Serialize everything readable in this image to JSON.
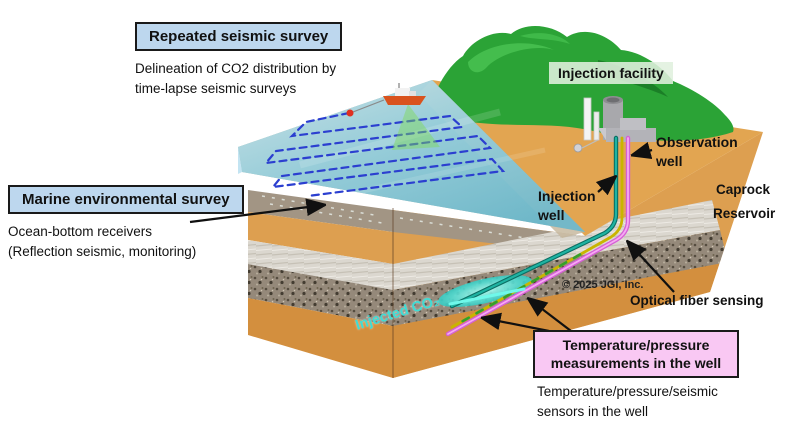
{
  "repeated_survey": {
    "title": "Repeated seismic survey",
    "desc1": "Delineation of CO2 distribution by",
    "desc2": "time-lapse seismic surveys"
  },
  "marine_survey": {
    "title": "Marine environmental survey",
    "desc1": "Ocean-bottom receivers",
    "desc2": "(Reflection seismic, monitoring)"
  },
  "labels": {
    "injection_facility": "Injection facility",
    "observation_well_line1": "Observation",
    "observation_well_line2": "well",
    "injection_well_line1": "Injection",
    "injection_well_line2": "well",
    "caprock": "Caprock",
    "reservoir": "Reservoir",
    "copyright": "© 2025 JGI, Inc.",
    "optical_fiber": "Optical fiber sensing",
    "injected_co2": "Injected CO₂"
  },
  "measurement": {
    "title1": "Temperature/pressure",
    "title2": "measurements in the well",
    "desc1": "Temperature/pressure/seismic",
    "desc2": "sensors in the well"
  },
  "colors": {
    "label_box_blue": "#BDD7EE",
    "measurement_box_pink": "#F9C8F3",
    "facility_label_bg": "#E0F0DE",
    "injected_co2_text": "#3FDCD4",
    "injection_well_line": "#14A08E",
    "optical_fiber_line": "#C9B500",
    "observation_well_line": "#EC86EC",
    "survey_path_blue": "#2B3FD0",
    "sea": "#8FD0E4",
    "land_tan": "#DD9F50",
    "mountain_green": "#2BA336"
  }
}
